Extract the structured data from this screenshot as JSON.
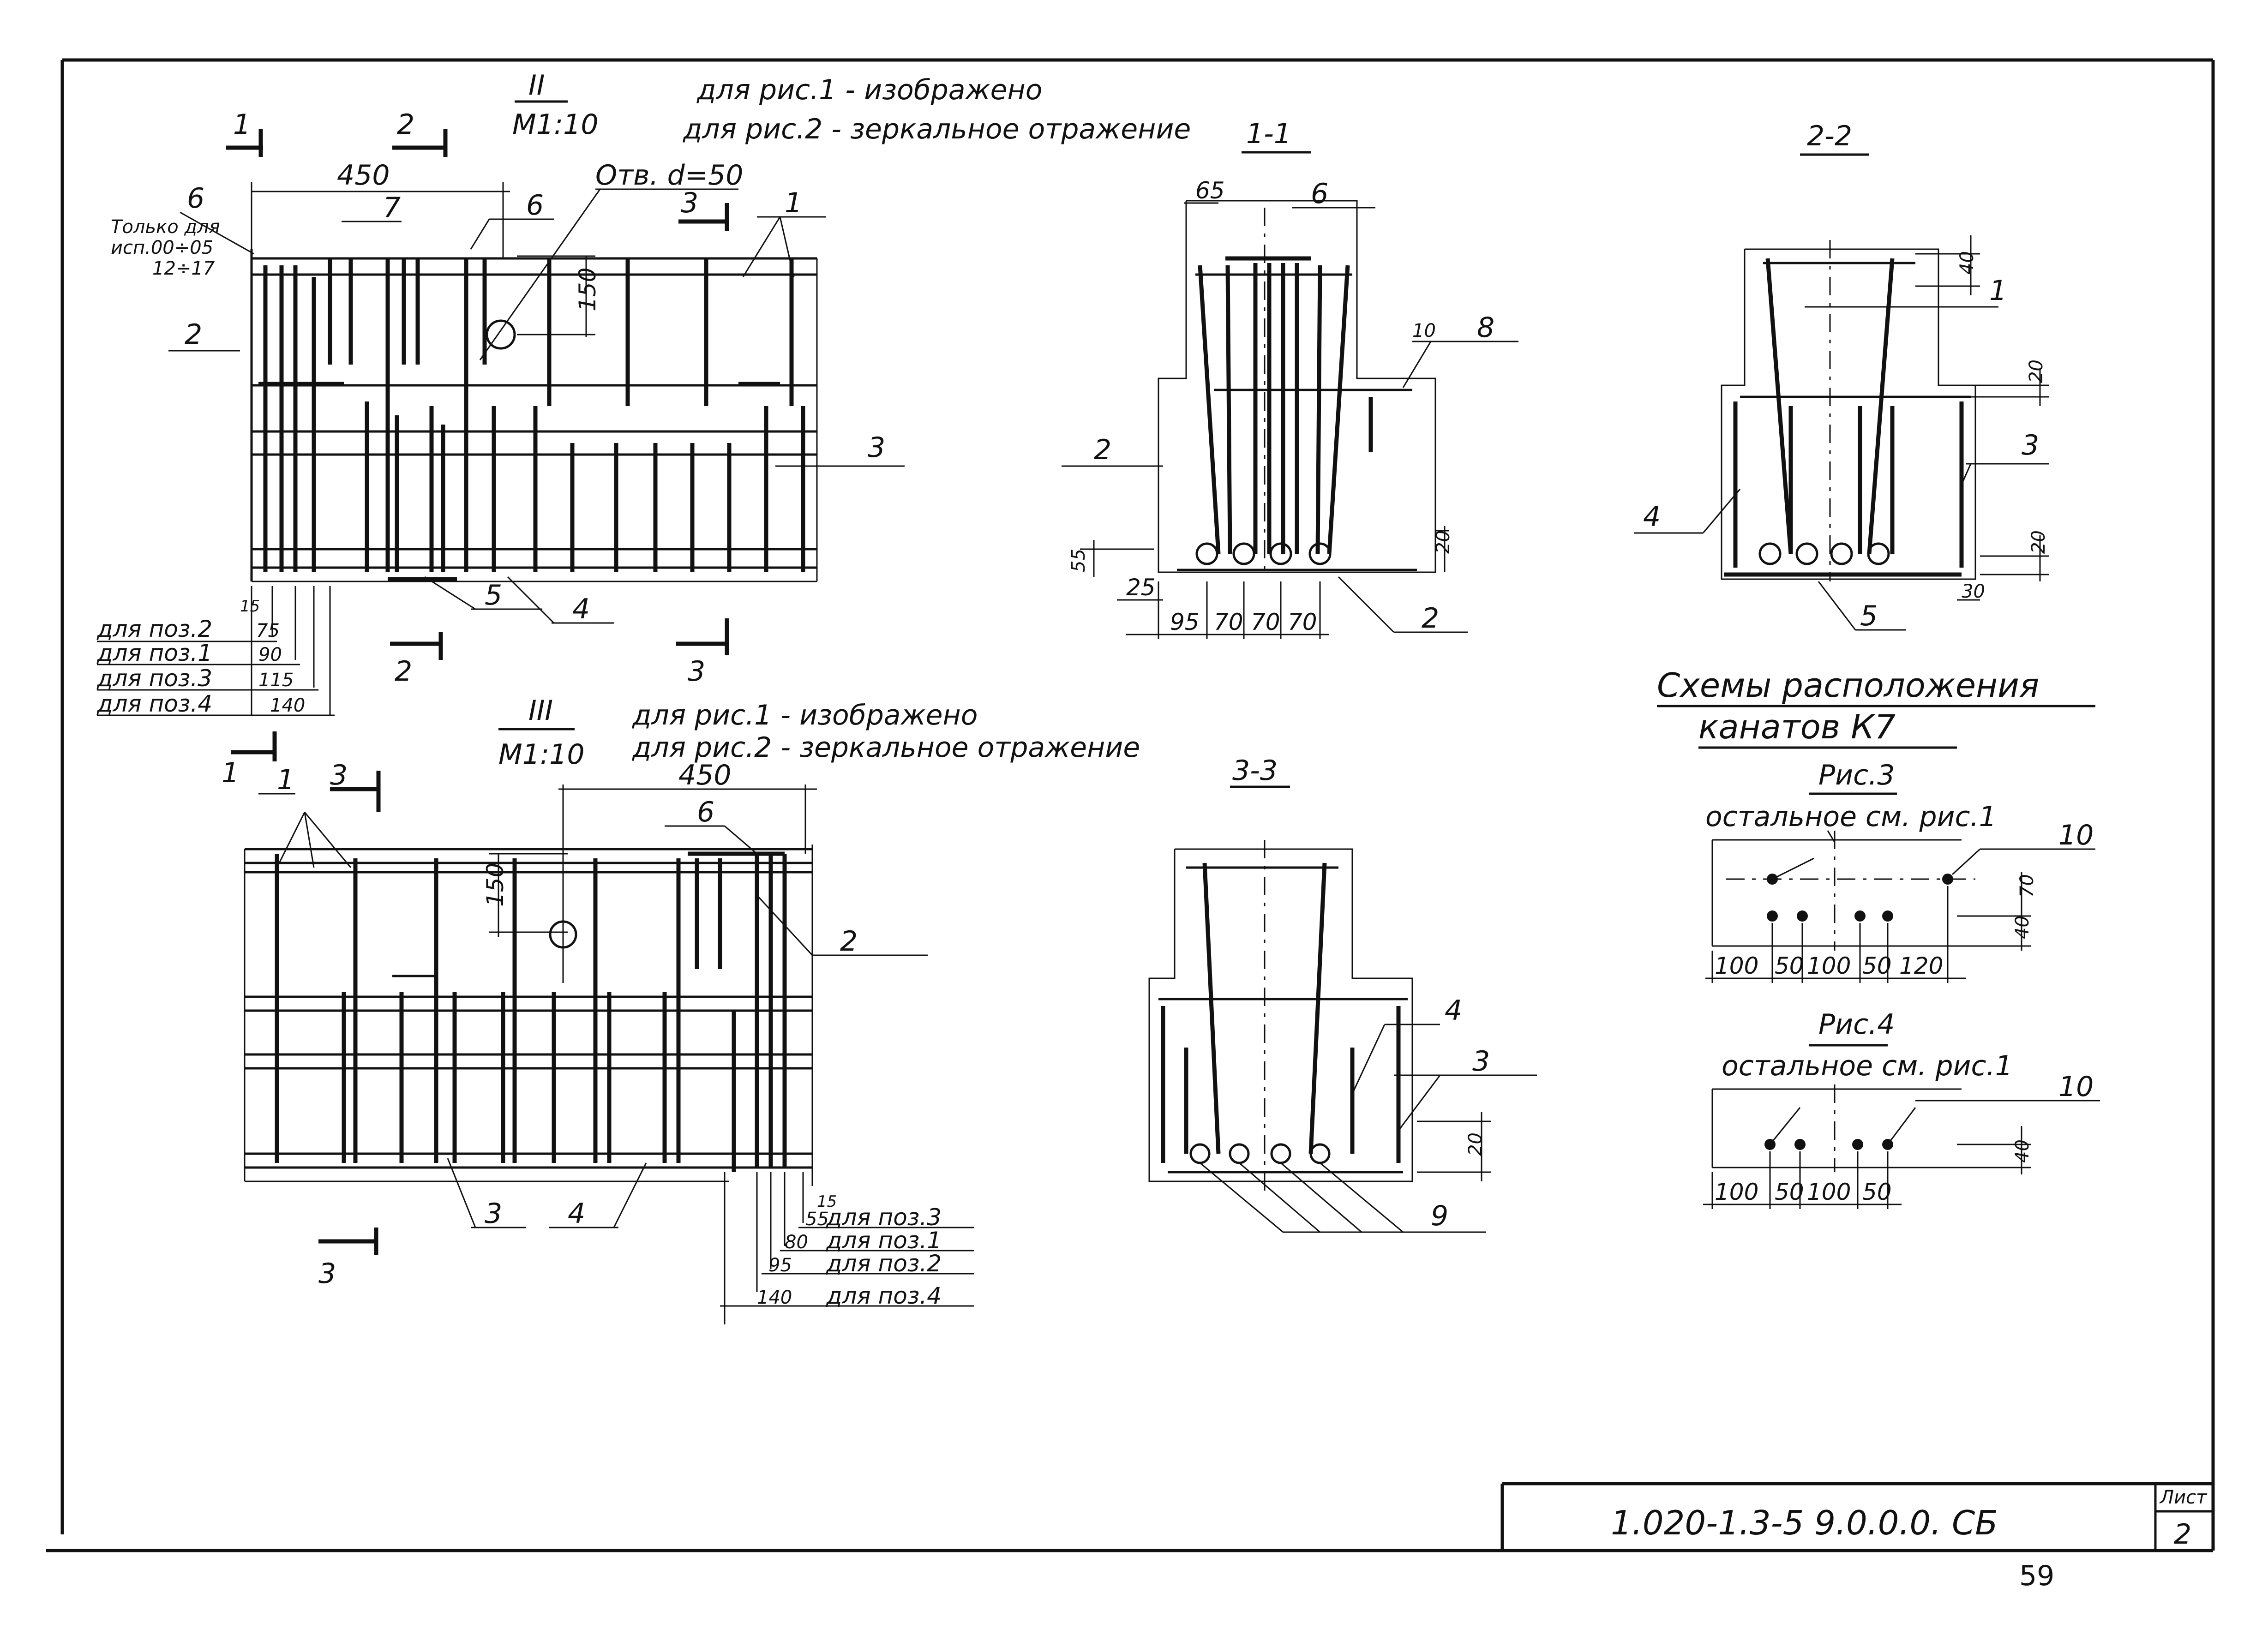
{
  "views": {
    "II": {
      "roman": "II",
      "scale": "М1:10",
      "note1": "для рис.1 - изображено",
      "note2": "для рис.2 - зеркальное отражение",
      "dim_450": "450",
      "hole": "Отв. d=50",
      "dim_150": "150",
      "note_only": [
        "Только для",
        "исп.00÷05",
        "12÷17"
      ],
      "sec_marks": [
        "1",
        "2",
        "3",
        "2",
        "3"
      ],
      "pos": [
        "1",
        "2",
        "3",
        "4",
        "5",
        "6",
        "6",
        "7"
      ],
      "dim_rows": [
        {
          "label": "для поз.2",
          "value": "75"
        },
        {
          "label": "для поз.1",
          "value": "90"
        },
        {
          "label": "для поз.3",
          "value": "115"
        },
        {
          "label": "для поз.4",
          "value": "140"
        }
      ],
      "dim_15": "15"
    },
    "III": {
      "roman": "III",
      "scale": "М1:10",
      "note1": "для рис.1 - изображено",
      "note2": "для рис.2 - зеркальное отражение",
      "dim_450": "450",
      "dim_150": "150",
      "sec_marks": [
        "1",
        "3",
        "3"
      ],
      "pos": [
        "1",
        "6",
        "2",
        "3",
        "4"
      ],
      "dim_rows": [
        {
          "label": "для поз.3",
          "value": "55"
        },
        {
          "label": "для поз.1",
          "value": "80"
        },
        {
          "label": "для поз.2",
          "value": "95"
        },
        {
          "label": "для поз.4",
          "value": "140"
        }
      ],
      "dim_15": "15"
    }
  },
  "sections": {
    "s11": {
      "title": "1-1",
      "dims": [
        "65",
        "10",
        "55",
        "20",
        "25",
        "95",
        "70",
        "70",
        "70"
      ],
      "pos": [
        "6",
        "8",
        "2",
        "2"
      ]
    },
    "s22": {
      "title": "2-2",
      "dims": [
        "40",
        "20",
        "20",
        "30"
      ],
      "pos": [
        "1",
        "3",
        "4",
        "5"
      ]
    },
    "s33": {
      "title": "3-3",
      "dims": [
        "20"
      ],
      "pos": [
        "4",
        "3",
        "9"
      ]
    }
  },
  "schemes": {
    "title_line1": "Схемы расположения",
    "title_line2": "канатов К7",
    "fig3": {
      "title": "Рис.3",
      "note": "остальное см. рис.1",
      "pos": "10",
      "dims_bottom": [
        "100",
        "50",
        "100",
        "50",
        "120"
      ],
      "dims_side": [
        "70",
        "40"
      ]
    },
    "fig4": {
      "title": "Рис.4",
      "note": "остальное см. рис.1",
      "pos": "10",
      "dims_bottom": [
        "100",
        "50",
        "100",
        "50"
      ],
      "dims_side": [
        "40"
      ]
    }
  },
  "title_block": {
    "code": "1.020-1.3-5 9.0.0.0. СБ",
    "sheet_label": "Лист",
    "sheet_no": "2"
  },
  "page_number": "59"
}
